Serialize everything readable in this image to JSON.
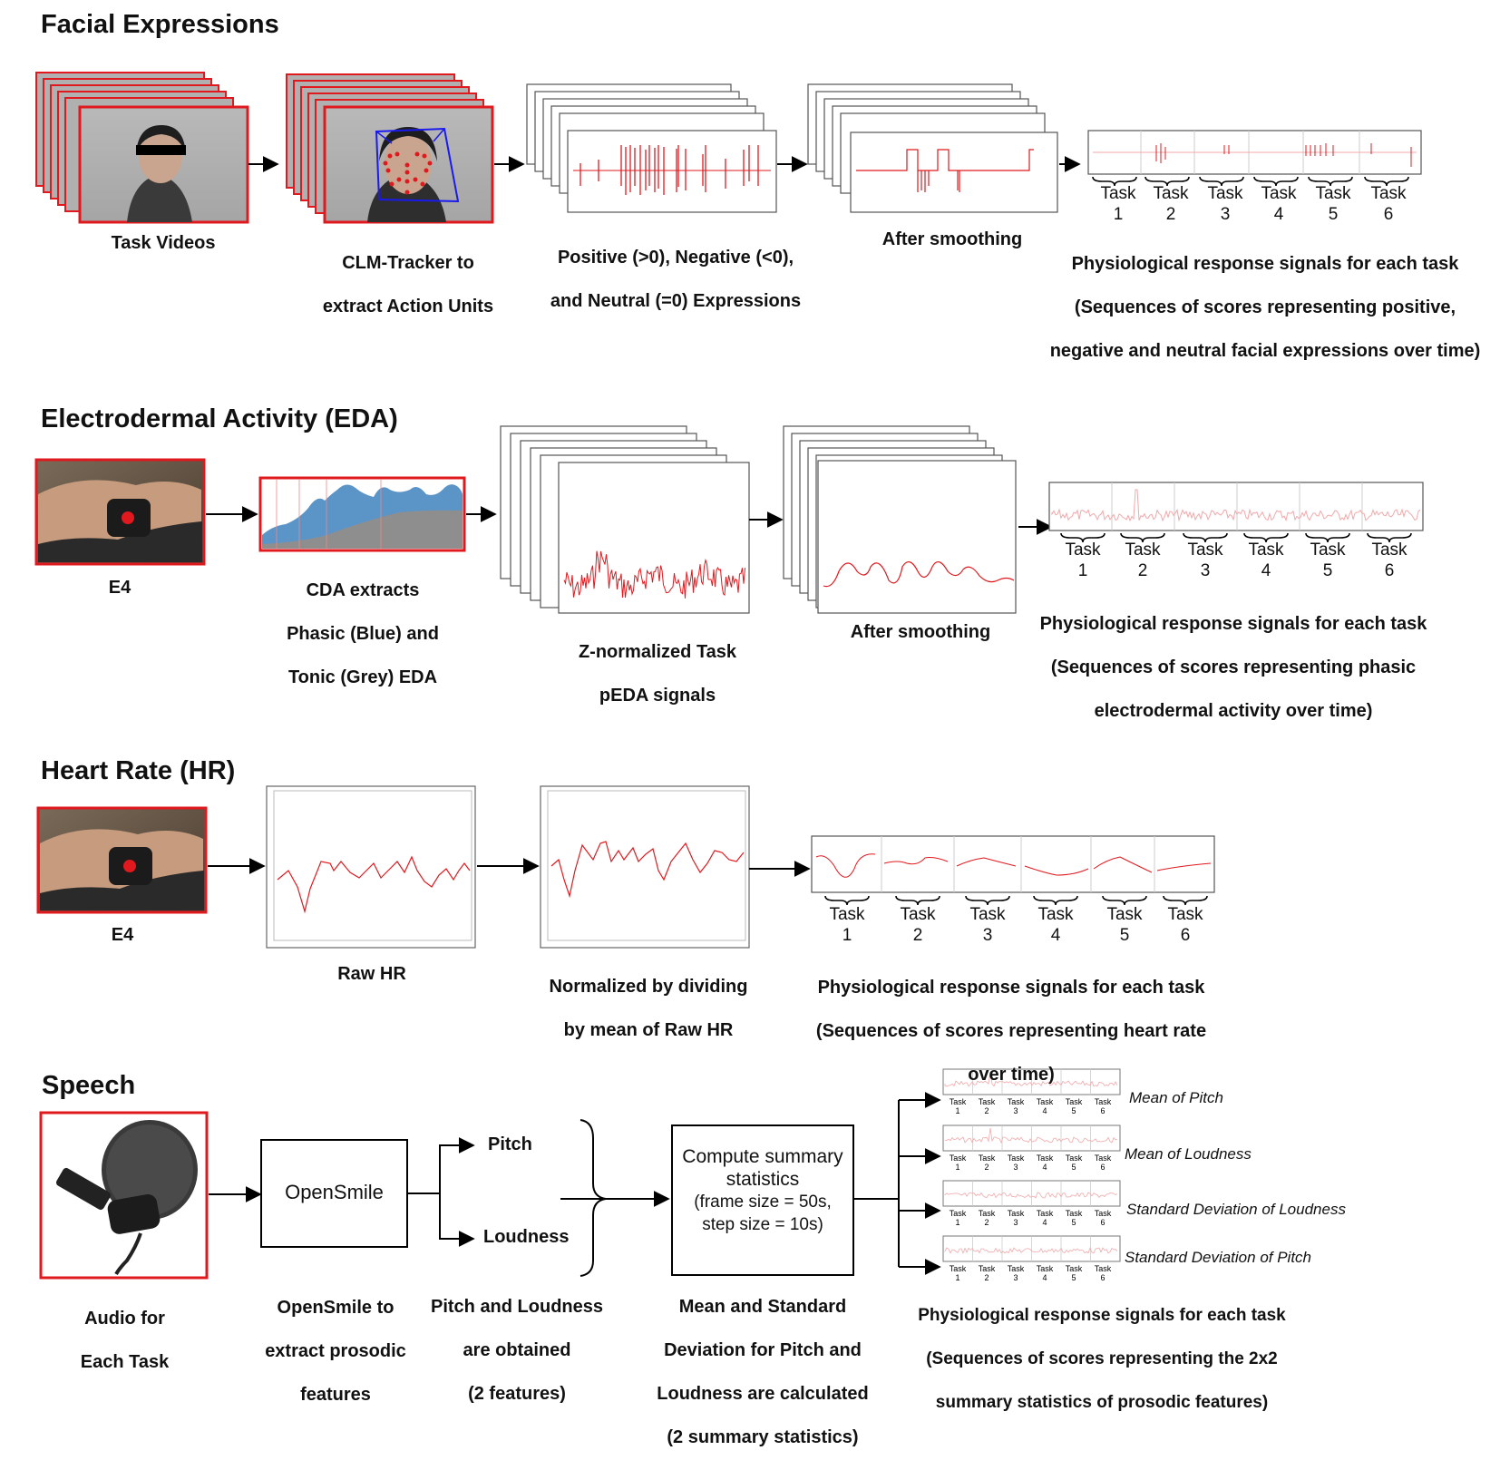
{
  "sections": {
    "facial": {
      "title": "Facial Expressions",
      "caption_videos": "Task Videos",
      "caption_clm": [
        "CLM-Tracker to",
        "extract Action Units"
      ],
      "caption_expr": [
        "Positive (>0), Negative (<0),",
        "and Neutral (=0) Expressions"
      ],
      "caption_smooth": "After smoothing",
      "caption_result": [
        "Physiological response signals for each task",
        "(Sequences of scores representing positive,",
        "negative and neutral facial expressions over time)"
      ]
    },
    "eda": {
      "title": "Electrodermal Activity (EDA)",
      "caption_device": "E4",
      "caption_cda": [
        "CDA extracts",
        "Phasic (Blue) and",
        "Tonic (Grey) EDA"
      ],
      "caption_z": [
        "Z-normalized Task",
        "pEDA signals"
      ],
      "caption_smooth": "After smoothing",
      "caption_result": [
        "Physiological response signals for each task",
        "(Sequences of scores representing phasic",
        "electrodermal activity over time)"
      ]
    },
    "hr": {
      "title": "Heart Rate (HR)",
      "caption_device": "E4",
      "caption_raw": "Raw HR",
      "caption_norm": [
        "Normalized by dividing",
        "by mean of Raw HR"
      ],
      "caption_result": [
        "Physiological response signals for each task",
        "(Sequences of scores representing heart rate",
        "over time)"
      ]
    },
    "speech": {
      "title": "Speech",
      "caption_audio": [
        "Audio for",
        "Each Task"
      ],
      "opensmile_box": "OpenSmile",
      "caption_opensmile": [
        "OpenSmile to",
        "extract prosodic",
        "features"
      ],
      "branch_pitch": "Pitch",
      "branch_loudness": "Loudness",
      "caption_branches": [
        "Pitch and Loudness",
        "are obtained",
        "(2 features)"
      ],
      "summary_box": [
        "Compute summary",
        "statistics",
        "(frame size = 50s,",
        "step size = 10s)"
      ],
      "caption_summary": [
        "Mean and Standard",
        "Deviation for Pitch and",
        "Loudness are calculated",
        "(2 summary statistics)"
      ],
      "stat_labels": [
        "Mean of Pitch",
        "Mean of Loudness",
        "Standard Deviation of Loudness",
        "Standard Deviation of Pitch"
      ],
      "caption_result": [
        "Physiological response signals for each task",
        "(Sequences of scores representing the 2x2",
        "summary statistics of prosodic features)"
      ]
    }
  },
  "task_word": "Task",
  "tasks": [
    "1",
    "2",
    "3",
    "4",
    "5",
    "6"
  ],
  "colors": {
    "frame_red": "#e0191e",
    "signal_red": "#e0191e",
    "phasic_blue": "#5b95c8",
    "tonic_grey": "#8e8e8e",
    "face_box_blue": "#1a1aee"
  }
}
